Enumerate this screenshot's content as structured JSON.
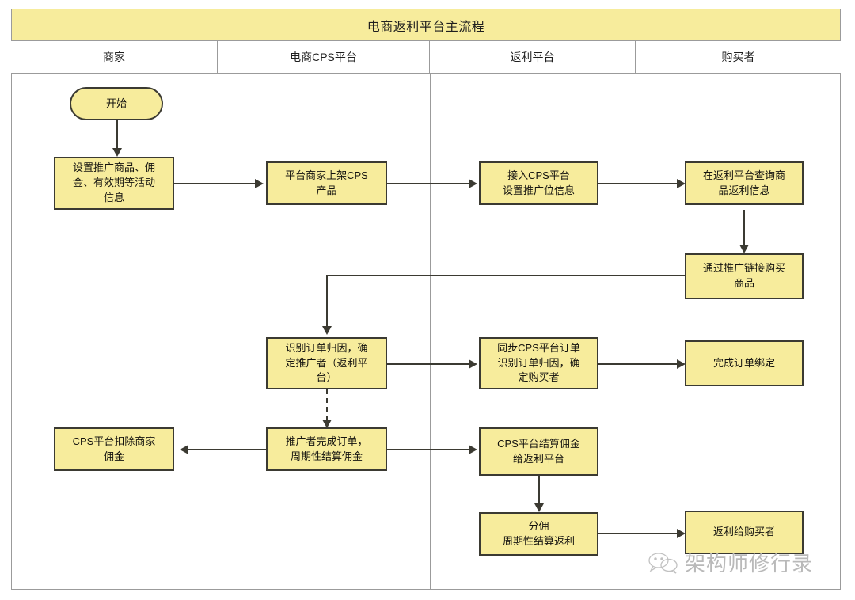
{
  "diagram": {
    "title": "电商返利平台主流程",
    "lanes": [
      {
        "label": "商家"
      },
      {
        "label": "电商CPS平台"
      },
      {
        "label": "返利平台"
      },
      {
        "label": "购买者"
      }
    ],
    "nodes": [
      {
        "id": "start",
        "lane": 0,
        "shape": "rounded",
        "text": "开始"
      },
      {
        "id": "set-promo",
        "lane": 0,
        "shape": "rect",
        "text": "设置推广商品、佣\n金、有效期等活动\n信息"
      },
      {
        "id": "list-cps",
        "lane": 1,
        "shape": "rect",
        "text": "平台商家上架CPS\n产品"
      },
      {
        "id": "access-cps",
        "lane": 2,
        "shape": "rect",
        "text": "接入CPS平台\n设置推广位信息"
      },
      {
        "id": "query-rebate",
        "lane": 3,
        "shape": "rect",
        "text": "在返利平台查询商\n品返利信息"
      },
      {
        "id": "buy-link",
        "lane": 3,
        "shape": "rect",
        "text": "通过推广链接购买\n商品"
      },
      {
        "id": "attribute",
        "lane": 1,
        "shape": "rect",
        "text": "识别订单归因，确\n定推广者（返利平\n台）"
      },
      {
        "id": "sync-order",
        "lane": 2,
        "shape": "rect",
        "text": "同步CPS平台订单\n识别订单归因，确\n定购买者"
      },
      {
        "id": "bind-order",
        "lane": 3,
        "shape": "rect",
        "text": "完成订单绑定"
      },
      {
        "id": "deduct",
        "lane": 0,
        "shape": "rect",
        "text": "CPS平台扣除商家\n佣金"
      },
      {
        "id": "settle-cycle",
        "lane": 1,
        "shape": "rect",
        "text": "推广者完成订单，\n周期性结算佣金"
      },
      {
        "id": "settle-rebate",
        "lane": 2,
        "shape": "rect",
        "text": "CPS平台结算佣金\n给返利平台"
      },
      {
        "id": "share-cycle",
        "lane": 2,
        "shape": "rect",
        "text": "分佣\n周期性结算返利"
      },
      {
        "id": "pay-buyer",
        "lane": 3,
        "shape": "rect",
        "text": "返利给购买者"
      }
    ],
    "edges": [
      {
        "from": "start",
        "to": "set-promo",
        "style": "solid",
        "dir": "down"
      },
      {
        "from": "set-promo",
        "to": "list-cps",
        "style": "solid",
        "dir": "right"
      },
      {
        "from": "list-cps",
        "to": "access-cps",
        "style": "solid",
        "dir": "right"
      },
      {
        "from": "access-cps",
        "to": "query-rebate",
        "style": "solid",
        "dir": "right"
      },
      {
        "from": "query-rebate",
        "to": "buy-link",
        "style": "solid",
        "dir": "down"
      },
      {
        "from": "buy-link",
        "to": "attribute",
        "style": "solid",
        "dir": "left-down"
      },
      {
        "from": "attribute",
        "to": "sync-order",
        "style": "solid",
        "dir": "right"
      },
      {
        "from": "sync-order",
        "to": "bind-order",
        "style": "solid",
        "dir": "right"
      },
      {
        "from": "attribute",
        "to": "settle-cycle",
        "style": "dashed",
        "dir": "down"
      },
      {
        "from": "settle-cycle",
        "to": "deduct",
        "style": "solid",
        "dir": "left"
      },
      {
        "from": "settle-cycle",
        "to": "settle-rebate",
        "style": "solid",
        "dir": "right"
      },
      {
        "from": "settle-rebate",
        "to": "share-cycle",
        "style": "solid",
        "dir": "down"
      },
      {
        "from": "share-cycle",
        "to": "pay-buyer",
        "style": "solid",
        "dir": "right"
      }
    ],
    "colors": {
      "node_fill": "#f7ec9c",
      "node_stroke": "#3b3a32",
      "lane_stroke": "#9b9b9b",
      "title_fill": "#f7ec9c",
      "canvas": "#ffffff"
    }
  },
  "watermark": {
    "text": "架构师修行录"
  }
}
